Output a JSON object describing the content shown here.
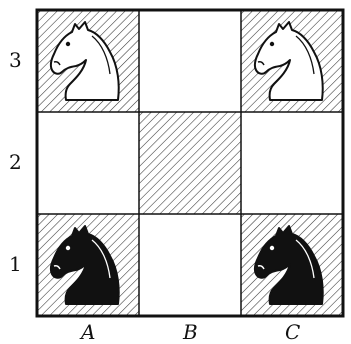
{
  "board": {
    "ranks": [
      {
        "label": "3",
        "squares": [
          {
            "file": "A",
            "shaded": true,
            "piece": "white-knight"
          },
          {
            "file": "B",
            "shaded": false,
            "piece": ""
          },
          {
            "file": "C",
            "shaded": true,
            "piece": "white-knight"
          }
        ]
      },
      {
        "label": "2",
        "squares": [
          {
            "file": "A",
            "shaded": false,
            "piece": ""
          },
          {
            "file": "B",
            "shaded": true,
            "piece": ""
          },
          {
            "file": "C",
            "shaded": false,
            "piece": ""
          }
        ]
      },
      {
        "label": "1",
        "squares": [
          {
            "file": "A",
            "shaded": true,
            "piece": "black-knight"
          },
          {
            "file": "B",
            "shaded": false,
            "piece": ""
          },
          {
            "file": "C",
            "shaded": true,
            "piece": "black-knight"
          }
        ]
      }
    ],
    "files": [
      "A",
      "B",
      "C"
    ],
    "colors": {
      "line": "#111111",
      "hatch": "#333333",
      "light_square": "#ffffff",
      "white_piece": "#ffffff",
      "black_piece": "#111111"
    }
  }
}
